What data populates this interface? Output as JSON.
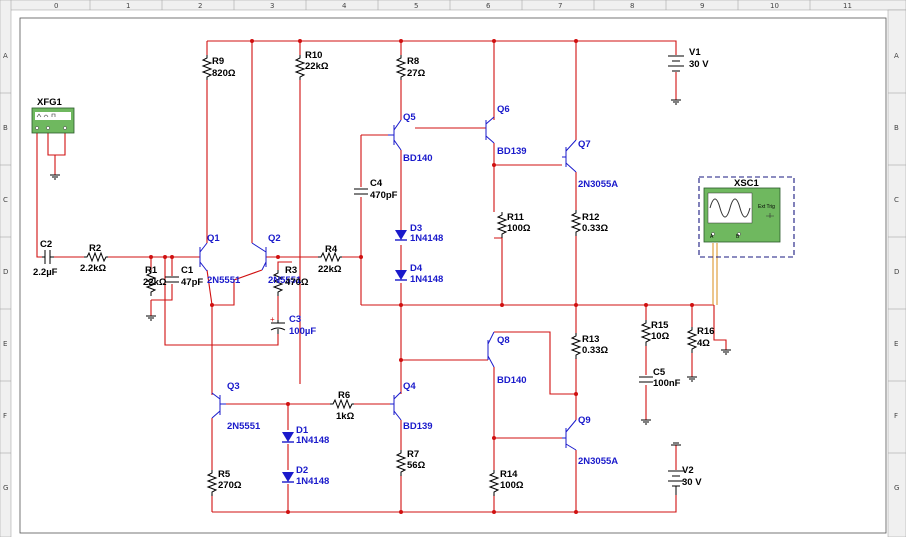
{
  "ruler": {
    "columns": [
      "0",
      "1",
      "2",
      "3",
      "4",
      "5",
      "6",
      "7",
      "8",
      "9",
      "10",
      "11"
    ],
    "rows": [
      "A",
      "B",
      "C",
      "D",
      "E",
      "F",
      "G"
    ]
  },
  "instruments": {
    "xfg": {
      "label": "XFG1"
    },
    "xsc": {
      "label": "XSC1",
      "ext_trig": "Ext Trig",
      "ch_a": "A",
      "ch_b": "B"
    }
  },
  "components": {
    "C2": {
      "ref": "C2",
      "value": "2.2µF"
    },
    "R2": {
      "ref": "R2",
      "value": "2.2kΩ"
    },
    "R1": {
      "ref": "R1",
      "value": "22kΩ"
    },
    "C1": {
      "ref": "C1",
      "value": "47pF"
    },
    "R9": {
      "ref": "R9",
      "value": "820Ω"
    },
    "R10": {
      "ref": "R10",
      "value": "22kΩ"
    },
    "R8": {
      "ref": "R8",
      "value": "27Ω"
    },
    "V1": {
      "ref": "V1",
      "value": "30 V"
    },
    "Q1": {
      "ref": "Q1",
      "value": "2N5551"
    },
    "Q2": {
      "ref": "Q2",
      "value": "2N5551"
    },
    "R3": {
      "ref": "R3",
      "value": "470Ω"
    },
    "C3": {
      "ref": "C3",
      "value": "100µF"
    },
    "R4": {
      "ref": "R4",
      "value": "22kΩ"
    },
    "C4": {
      "ref": "C4",
      "value": "470pF"
    },
    "Q5": {
      "ref": "Q5",
      "value": "BD140"
    },
    "Q6": {
      "ref": "Q6",
      "value": "BD139"
    },
    "Q7": {
      "ref": "Q7",
      "value": "2N3055A"
    },
    "D3": {
      "ref": "D3",
      "value": "1N4148"
    },
    "D4": {
      "ref": "D4",
      "value": "1N4148"
    },
    "R11": {
      "ref": "R11",
      "value": "100Ω"
    },
    "R12": {
      "ref": "R12",
      "value": "0.33Ω"
    },
    "R13": {
      "ref": "R13",
      "value": "0.33Ω"
    },
    "R15": {
      "ref": "R15",
      "value": "10Ω"
    },
    "R16": {
      "ref": "R16",
      "value": "4Ω"
    },
    "C5": {
      "ref": "C5",
      "value": "100nF"
    },
    "Q8": {
      "ref": "Q8",
      "value": "BD140"
    },
    "Q9": {
      "ref": "Q9",
      "value": "2N3055A"
    },
    "Q3": {
      "ref": "Q3",
      "value": "2N5551"
    },
    "R6": {
      "ref": "R6",
      "value": "1kΩ"
    },
    "Q4": {
      "ref": "Q4",
      "value": "BD139"
    },
    "D1": {
      "ref": "D1",
      "value": "1N4148"
    },
    "D2": {
      "ref": "D2",
      "value": "1N4148"
    },
    "R5": {
      "ref": "R5",
      "value": "270Ω"
    },
    "R7": {
      "ref": "R7",
      "value": "56Ω"
    },
    "R14": {
      "ref": "R14",
      "value": "100Ω"
    },
    "V2": {
      "ref": "V2",
      "value": "30 V"
    }
  },
  "colors": {
    "wire": "#d01010",
    "component": "#000000",
    "semiconductor": "#1a1acb",
    "probe_wire": "#e0a040",
    "ruler_bg": "#f0f0f0"
  }
}
